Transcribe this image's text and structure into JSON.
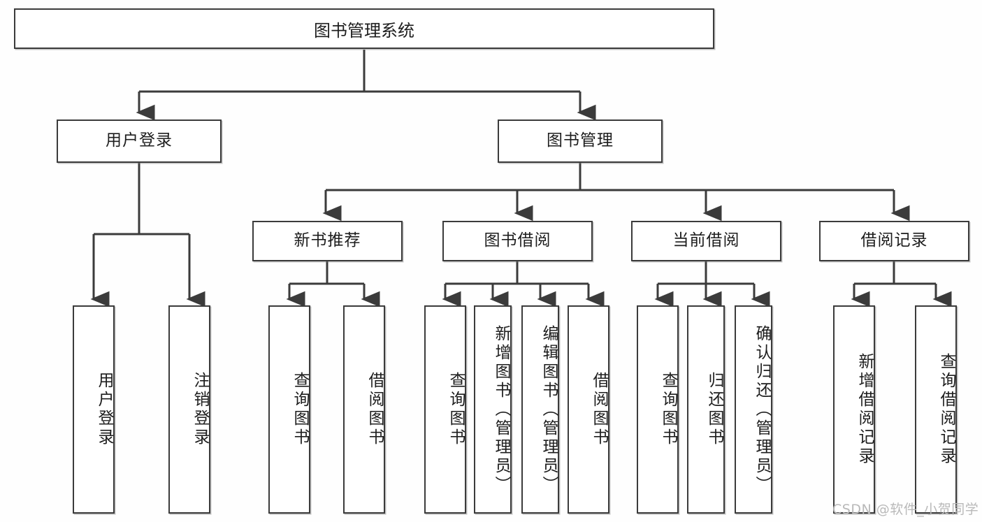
{
  "diagram": {
    "title": "图书管理系统",
    "type": "tree-hierarchy-diagram",
    "colors": {
      "background": "#fefefe",
      "box_border": "#3b3b3b",
      "box_fill": "#ffffff",
      "edge": "#3b3b3b",
      "text": "#1d1d1d",
      "watermark": "#b9b9b9"
    },
    "root": {
      "label": "图书管理系统"
    },
    "level1": [
      {
        "label": "用户登录"
      },
      {
        "label": "图书管理"
      }
    ],
    "level2": [
      {
        "label": "新书推荐"
      },
      {
        "label": "图书借阅"
      },
      {
        "label": "当前借阅"
      },
      {
        "label": "借阅记录"
      }
    ],
    "leaves": {
      "user_login": [
        {
          "label": "用户登录"
        },
        {
          "label": "注销登录"
        }
      ],
      "new_book_recommend": [
        {
          "label": "查询图书"
        },
        {
          "label": "借阅图书"
        }
      ],
      "book_borrow": [
        {
          "label": "查询图书"
        },
        {
          "label": "新增图书（管理员）"
        },
        {
          "label": "编辑图书（管理员）"
        },
        {
          "label": "借阅图书"
        }
      ],
      "current_borrow": [
        {
          "label": "查询图书"
        },
        {
          "label": "归还图书"
        },
        {
          "label": "确认归还（管理员）"
        }
      ],
      "borrow_record": [
        {
          "label": "新增借阅记录"
        },
        {
          "label": "查询借阅记录"
        }
      ]
    }
  },
  "watermark": {
    "text": "CSDN @软件_小贺同学"
  }
}
